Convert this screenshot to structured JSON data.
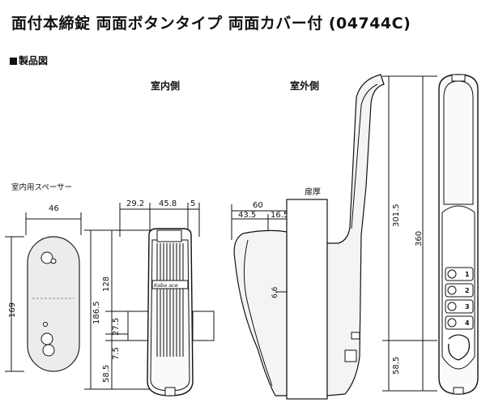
{
  "title": "面付本締錠 両面ボタンタイプ 両面カバー付 (04744C)",
  "section_label": "製品図",
  "views": {
    "indoor": "室内側",
    "outdoor": "室外側"
  },
  "spacer": {
    "label": "室内用スペーサー",
    "width": "46",
    "height": "169"
  },
  "indoor_dims": {
    "w1": "29.2",
    "w2": "45.8",
    "w3": "5",
    "h_total": "186.5",
    "h_upper": "128",
    "h_27": "27.5",
    "h_7": "7.5",
    "h_bottom": "58.5",
    "logo": "Kaba ace"
  },
  "side_dims": {
    "depth": "60",
    "d1": "43.5",
    "d2": "16.5",
    "door_label": "扉厚",
    "small": "6.6"
  },
  "outdoor_dims": {
    "h_total": "360",
    "h_upper": "301.5",
    "h_bottom": "58.5"
  },
  "buttons": [
    "1",
    "2",
    "3",
    "4"
  ]
}
